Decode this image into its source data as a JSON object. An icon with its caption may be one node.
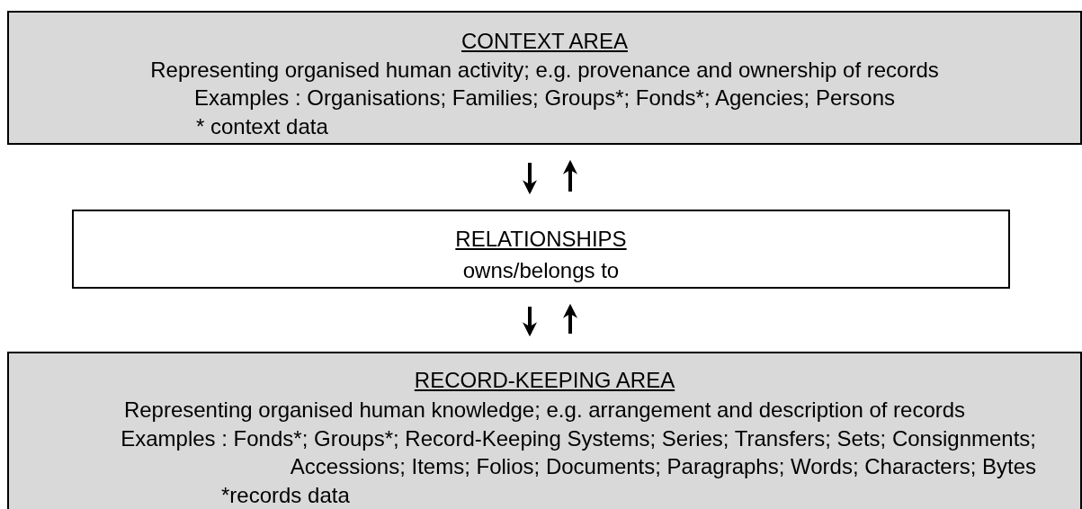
{
  "diagram": {
    "nodes": [
      {
        "text": [
          "CONTEXT AREA",
          "Representing organised human activity; e.g. provenance and ownership of records",
          "Examples : Organisations; Families; Groups*; Fonds*; Agencies; Persons",
          "* context data"
        ]
      },
      {
        "text": [
          "RELATIONSHIPS",
          "owns/belongs to"
        ]
      },
      {
        "text": [
          "RECORD-KEEPING AREA",
          "Representing organised human knowledge; e.g. arrangement and description of records",
          "Examples : Fonds*; Groups*; Record-Keeping Systems; Series; Transfers; Sets; Consignments; Accessions; Items; Folios; Documents; Paragraphs; Words; Characters; Bytes",
          "*records data"
        ]
      }
    ],
    "edges": [
      {
        "from": 0,
        "to": 1,
        "arrow": "to"
      },
      {
        "from": 1,
        "to": 0,
        "arrow": "to"
      },
      {
        "from": 1,
        "to": 2,
        "arrow": "to"
      },
      {
        "from": 2,
        "to": 1,
        "arrow": "to"
      }
    ]
  }
}
